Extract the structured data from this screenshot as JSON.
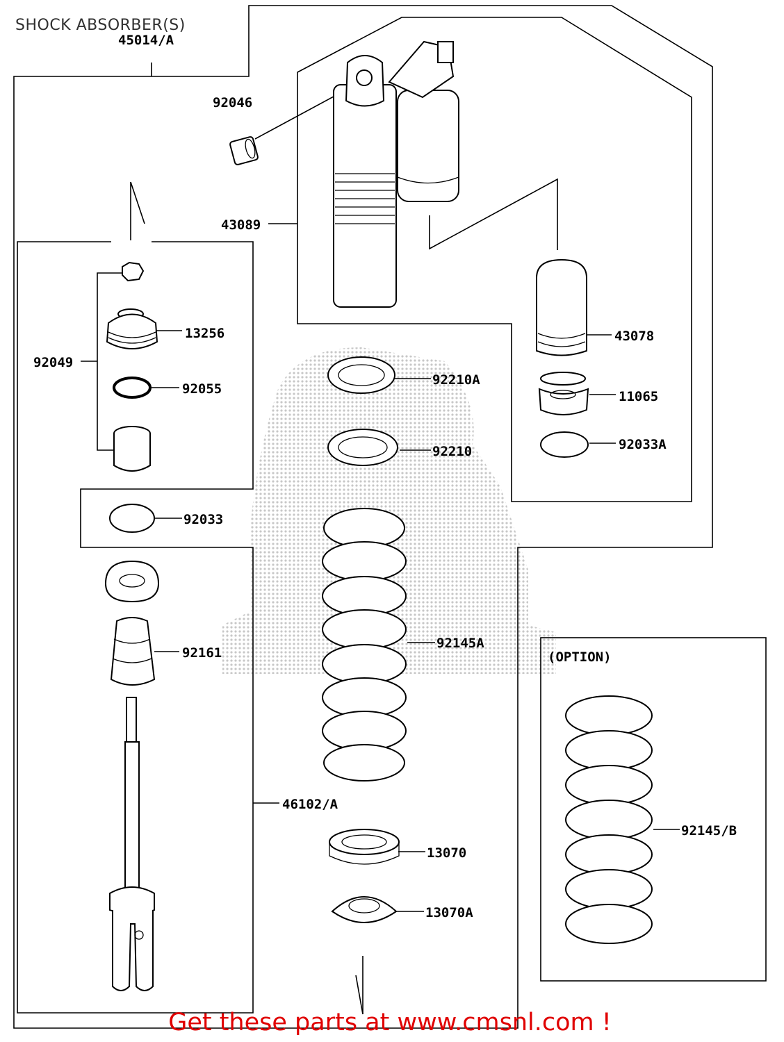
{
  "page": {
    "title": "SHOCK ABSORBER(S)",
    "footer": "Get these parts at www.cmsnl.com !"
  },
  "labels": {
    "p45014": "45014/A",
    "p92046": "92046",
    "p43089": "43089",
    "p13256": "13256",
    "p92049": "92049",
    "p92055": "92055",
    "p92033": "92033",
    "p92161": "92161",
    "p43078": "43078",
    "p11065": "11065",
    "p92033A": "92033A",
    "p92210A": "92210A",
    "p92210": "92210",
    "p92145A": "92145A",
    "p46102": "46102/A",
    "p13070": "13070",
    "p13070A": "13070A",
    "option": "(OPTION)",
    "p92145B": "92145/B"
  },
  "colors": {
    "line": "#000000",
    "footer": "#e00000",
    "watermark": "#c0c0c0"
  }
}
